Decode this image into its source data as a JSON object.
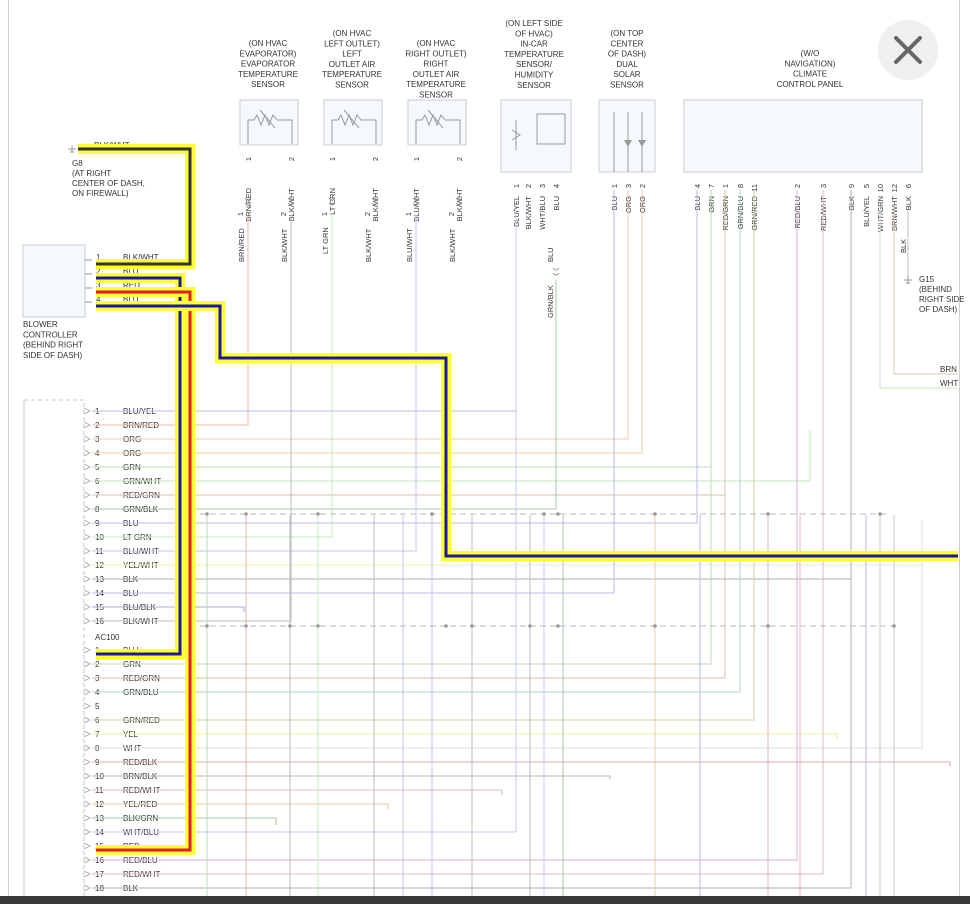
{
  "components": [
    {
      "key": "evap",
      "lines": [
        "(ON HVAC",
        "EVAPORATOR)",
        "EVAPORATOR",
        "TEMPERATURE",
        "SENSOR"
      ],
      "pins": [
        {
          "num": "1",
          "color": "BRN/RED"
        },
        {
          "num": "2",
          "color": "BLK/WHT"
        }
      ]
    },
    {
      "key": "left_outlet",
      "lines": [
        "(ON HVAC",
        "LEFT OUTLET)",
        "LEFT",
        "OUTLET AIR",
        "TEMPERATURE",
        "SENSOR"
      ],
      "pins": [
        {
          "num": "1",
          "color": "LT GRN"
        },
        {
          "num": "2",
          "color": "BLK/WHT"
        }
      ]
    },
    {
      "key": "right_outlet",
      "lines": [
        "(ON HVAC",
        "RIGHT OUTLET)",
        "RIGHT",
        "OUTLET AIR",
        "TEMPERATURE",
        "SENSOR"
      ],
      "pins": [
        {
          "num": "1",
          "color": "BLU/WHT"
        },
        {
          "num": "2",
          "color": "BLK/WHT"
        }
      ]
    },
    {
      "key": "incar",
      "lines": [
        "(ON LEFT SIDE",
        "OF HVAC)",
        "IN-CAR",
        "TEMPERATURE",
        "SENSOR/",
        "HUMIDITY",
        "SENSOR"
      ],
      "pins": [
        {
          "num": "1",
          "color": "BLU/YEL"
        },
        {
          "num": "2",
          "color": "BLK/WHT"
        },
        {
          "num": "3",
          "color": "WHT/BLU"
        },
        {
          "num": "4",
          "color": "BLU"
        }
      ]
    },
    {
      "key": "solar",
      "lines": [
        "(ON TOP",
        "CENTER",
        "OF DASH)",
        "DUAL",
        "SOLAR",
        "SENSOR"
      ],
      "pins": [
        {
          "num": "1",
          "color": "BLU"
        },
        {
          "num": "3",
          "color": "ORG"
        },
        {
          "num": "2",
          "color": "ORG"
        }
      ]
    },
    {
      "key": "panel",
      "lines": [
        "(W/O",
        "NAVIGATION)",
        "CLIMATE",
        "CONTROL PANEL"
      ],
      "pins": [
        {
          "num": "4",
          "color": "BLU"
        },
        {
          "num": "7",
          "color": "GRN"
        },
        {
          "num": "1",
          "color": "RED/GRN"
        },
        {
          "num": "8",
          "color": "GRN/BLU"
        },
        {
          "num": "11",
          "color": "GRN/RED"
        },
        {
          "num": "2",
          "color": "RED/BLU"
        },
        {
          "num": "3",
          "color": "RED/WHT"
        },
        {
          "num": "9",
          "color": "BLK"
        },
        {
          "num": "5",
          "color": "BLU/YEL"
        },
        {
          "num": "10",
          "color": "WHT/GRN"
        },
        {
          "num": "12",
          "color": "BRN/WHT"
        },
        {
          "num": "6",
          "color": "BLK"
        }
      ]
    }
  ],
  "incar_extra_wire": "BLU",
  "incar_extra_wire2": "GRN/BLK",
  "panel_g15_wire": "BLK",
  "ground_g8": {
    "wire": "BLK/WHT",
    "lines": [
      "G8",
      "(AT RIGHT",
      "CENTER OF DASH,",
      "ON FIREWALL)"
    ]
  },
  "ground_g15": {
    "lines": [
      "G15",
      "(BEHIND",
      "RIGHT SIDE",
      "OF DASH)"
    ]
  },
  "right_edge_wires": [
    "BRN",
    "WHT"
  ],
  "blower": {
    "lines": [
      "BLOWER",
      "CONTROLLER",
      "(BEHIND RIGHT",
      "SIDE OF DASH)"
    ],
    "pins": [
      {
        "num": "1",
        "color": "BLK/WHT"
      },
      {
        "num": "2",
        "color": "BLU"
      },
      {
        "num": "3",
        "color": "RED"
      },
      {
        "num": "4",
        "color": "BLU"
      }
    ]
  },
  "connector_a": [
    {
      "num": "1",
      "color": "BLU/YEL"
    },
    {
      "num": "2",
      "color": "BRN/RED"
    },
    {
      "num": "3",
      "color": "ORG"
    },
    {
      "num": "4",
      "color": "ORG"
    },
    {
      "num": "5",
      "color": "GRN"
    },
    {
      "num": "6",
      "color": "GRN/WHT"
    },
    {
      "num": "7",
      "color": "RED/GRN"
    },
    {
      "num": "8",
      "color": "GRN/BLK"
    },
    {
      "num": "9",
      "color": "BLU"
    },
    {
      "num": "10",
      "color": "LT GRN"
    },
    {
      "num": "11",
      "color": "BLU/WHT"
    },
    {
      "num": "12",
      "color": "YEL/WHT"
    },
    {
      "num": "13",
      "color": "BLK"
    },
    {
      "num": "14",
      "color": "BLU"
    },
    {
      "num": "15",
      "color": "BLU/BLK"
    },
    {
      "num": "16",
      "color": "BLK/WHT"
    }
  ],
  "connector_b_name": "AC100",
  "connector_b": [
    {
      "num": "1",
      "color": "BLU"
    },
    {
      "num": "2",
      "color": "GRN"
    },
    {
      "num": "3",
      "color": "RED/GRN"
    },
    {
      "num": "4",
      "color": "GRN/BLU"
    },
    {
      "num": "5",
      "color": ""
    },
    {
      "num": "6",
      "color": "GRN/RED"
    },
    {
      "num": "7",
      "color": "YEL"
    },
    {
      "num": "8",
      "color": "WHT"
    },
    {
      "num": "9",
      "color": "RED/BLK"
    },
    {
      "num": "10",
      "color": "BRN/BLK"
    },
    {
      "num": "11",
      "color": "RED/WHT"
    },
    {
      "num": "12",
      "color": "YEL/RED"
    },
    {
      "num": "13",
      "color": "BLK/GRN"
    },
    {
      "num": "14",
      "color": "WHT/BLU"
    },
    {
      "num": "15",
      "color": "RED"
    },
    {
      "num": "16",
      "color": "RED/BLU"
    },
    {
      "num": "17",
      "color": "RED/WHT"
    },
    {
      "num": "18",
      "color": "BLK"
    }
  ],
  "close_label": "close"
}
